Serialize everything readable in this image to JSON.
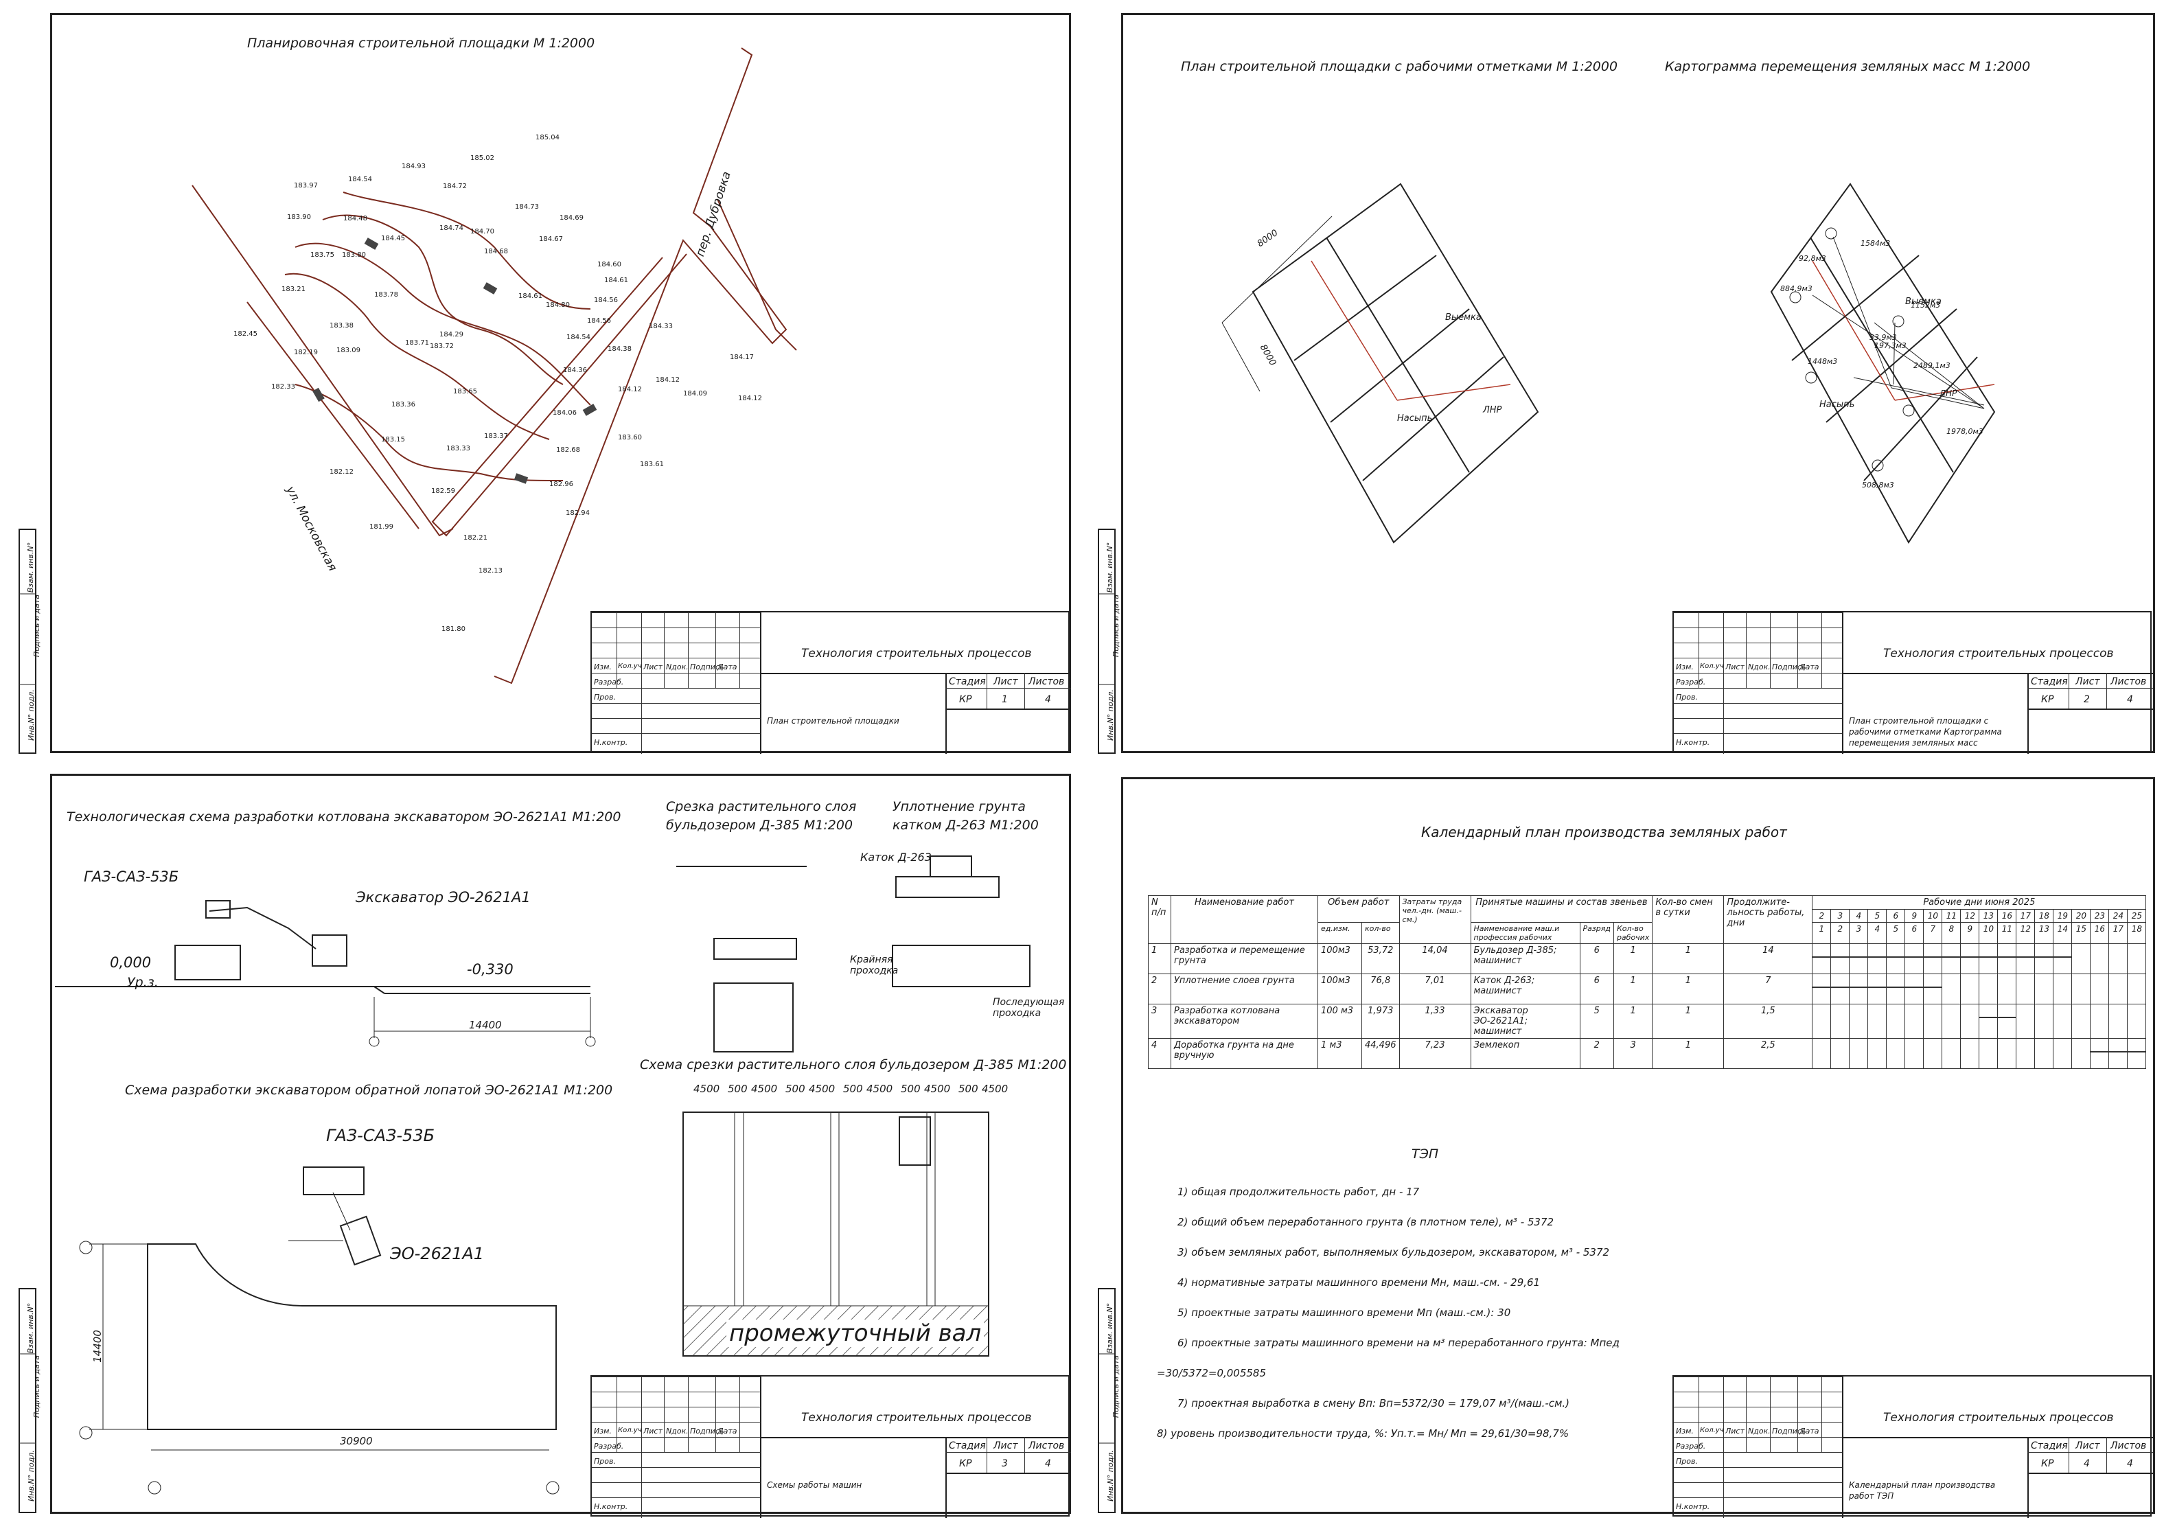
{
  "sheet1": {
    "title": "Планировочная строительной площадки     М 1:2000",
    "street1": "ул. Московская",
    "street2": "пер. Дубровка",
    "elevations": [
      "185.04",
      "185.02",
      "184.93",
      "184.72",
      "184.54",
      "183.97",
      "184.48",
      "184.45",
      "184.74",
      "184.70",
      "184.73",
      "184.69",
      "184.67",
      "184.68",
      "183.90",
      "183.75",
      "183.80",
      "184.60",
      "183.21",
      "183.78",
      "184.61",
      "184.80",
      "184.56",
      "184.56",
      "184.61",
      "184.33",
      "183.38",
      "183.71",
      "183.72",
      "184.29",
      "184.54",
      "184.38",
      "182.45",
      "182.19",
      "183.09",
      "184.36",
      "184.12",
      "184.17",
      "182.33",
      "183.36",
      "183.65",
      "184.06",
      "184.12",
      "184.09",
      "184.12",
      "183.15",
      "183.37",
      "183.60",
      "182.12",
      "183.33",
      "182.68",
      "182.96",
      "183.61",
      "182.59",
      "181.99",
      "182.21",
      "182.94",
      "182.13",
      "181.80"
    ],
    "stamp_title": "Технология строительных процессов",
    "stamp_sheet_name": "План строительной площадки",
    "stamp_stage": "КР",
    "stamp_sheet": "1",
    "stamp_sheets": "4"
  },
  "sheet2": {
    "title1": "План строительной площадки с рабочими отметками      М 1:2000",
    "title2": "Картограмма перемещения земляных масс      М 1:2000",
    "dims": [
      "8000",
      "8000"
    ],
    "zone_cut": "Выемка",
    "zone_fill": "Насыпь",
    "zero_line": "ЛНР",
    "volumes": [
      "1584м3",
      "92,8м3",
      "884,9м3",
      "1152м3",
      "33,9м3",
      "197,3м3",
      "1448м3",
      "2489,1м3",
      "1978,0м3",
      "508,8м3"
    ],
    "stamp_title": "Технология строительных процессов",
    "stamp_sheet_name": "План строительной площадки с рабочими отметками Картограмма перемещения земляных масс",
    "stamp_stage": "КР",
    "stamp_sheet": "2",
    "stamp_sheets": "4"
  },
  "sheet3": {
    "title1": "Технологическая схема разработки котлована экскаватором ЭО-2621А1 М1:200",
    "title2": "Срезка растительного слоя бульдозером Д-385 М1:200",
    "title3": "Уплотнение грунта катком Д-263 М1:200",
    "title4": "Схема разработки экскаватором обратной лопатой ЭО-2621А1 М1:200",
    "title5": "Схема срезки растительного слоя бульдозером Д-385 М1:200",
    "truck": "ГАЗ-САЗ-53Б",
    "excavator": "Экскаватор ЭО-2621А1",
    "excavator_short": "ЭО-2621А1",
    "roller": "Каток Д-263",
    "level0": "0,000",
    "ground": "Ур.з.",
    "level1": "-0,330",
    "dim_14400": "14400",
    "dim_30900": "30900",
    "bank": "промежуточный вал",
    "edge_pass": "Крайняя проходка",
    "last_pass": "Последующая проходка",
    "dim_row": [
      "4500",
      "500",
      "4500",
      "500",
      "4500",
      "500",
      "4500",
      "500",
      "4500",
      "500",
      "4500"
    ],
    "stamp_title": "Технология строительных процессов",
    "stamp_sheet_name": "Схемы работы машин",
    "stamp_stage": "КР",
    "stamp_sheet": "3",
    "stamp_sheets": "4"
  },
  "sheet4": {
    "title": "Календарный план производства земляных работ",
    "headers": [
      "N п/п",
      "Наименование работ",
      "Объем работ",
      "Затраты труда чел.-дн. (маш.-см.)",
      "Принятые машины и состав звеньев",
      "Кол-во смен в сутки",
      "Продолжите-льность работы, дни",
      "Рабочие дни июня 2025"
    ],
    "sub_headers": [
      "ед.изм.",
      "кол-во",
      "Наименование маш.и профессия рабочих",
      "Разряд",
      "Кол-во рабочих"
    ],
    "days_top": [
      "2",
      "3",
      "4",
      "5",
      "6",
      "9",
      "10",
      "11",
      "12",
      "13",
      "16",
      "17",
      "18",
      "19",
      "20",
      "23",
      "24",
      "25"
    ],
    "days_bottom": [
      "1",
      "2",
      "3",
      "4",
      "5",
      "6",
      "7",
      "8",
      "9",
      "10",
      "11",
      "12",
      "13",
      "14",
      "15",
      "16",
      "17",
      "18"
    ],
    "rows": [
      {
        "n": "1",
        "name": "Разработка и перемещение грунта",
        "unit": "100м3",
        "qty": "53,72",
        "labor": "14,04",
        "machine": "Бульдозер Д-385; машинист",
        "grade": "6",
        "workers": "1",
        "shifts": "1",
        "days": "14"
      },
      {
        "n": "2",
        "name": "Уплотнение слоев грунта",
        "unit": "100м3",
        "qty": "76,8",
        "labor": "7,01",
        "machine": "Каток Д-263; машинист",
        "grade": "6",
        "workers": "1",
        "shifts": "1",
        "days": "7"
      },
      {
        "n": "3",
        "name": "Разработка котлована экскаватором",
        "unit": "100 м3",
        "qty": "1,973",
        "labor": "1,33",
        "machine": "Экскаватор ЭО-2621А1; машинист",
        "grade": "5",
        "workers": "1",
        "shifts": "1",
        "days": "1,5"
      },
      {
        "n": "4",
        "name": "Доработка грунта на дне вручную",
        "unit": "1 м3",
        "qty": "44,496",
        "labor": "7,23",
        "machine": "Землекоп",
        "grade": "2",
        "workers": "3",
        "shifts": "1",
        "days": "2,5"
      }
    ],
    "tep_title": "ТЭП",
    "tep": [
      "1)  общая продолжительность работ, дн - 17",
      "2)  общий объем переработанного грунта (в плотном теле),  м³ - 5372",
      "3)  объем земляных работ, выполняемых бульдозером, экскаватором, м³ - 5372",
      "4)  нормативные затраты машинного времени Mн, маш.-см. - 29,61",
      "5)  проектные затраты машинного времени Mп (маш.-см.): 30",
      "6)  проектные затраты машинного времени на м³ переработанного грунта: Mпед",
      "=30/5372=0,005585",
      "7)  проектная выработка в смену Bп: Bп=5372/30 = 179,07 м³/(маш.-см.)",
      "8) уровень производительности труда, %: Уп.т.= Mн/ Mп = 29,61/30=98,7%"
    ],
    "stamp_title": "Технология строительных процессов",
    "stamp_sheet_name": "Календарный план производства работ ТЭП",
    "stamp_stage": "КР",
    "stamp_sheet": "4",
    "stamp_sheets": "4"
  },
  "stamp_labels": {
    "izm": "Изм.",
    "kol": "Кол.уч",
    "list": "Лист",
    "ndok": "Nдок.",
    "podp": "Подпись",
    "data": "Дата",
    "razrab": "Разраб.",
    "prov": "Пров.",
    "nkontr": "Н.контр.",
    "stadia": "Стадия",
    "list2": "Лист",
    "listov": "Листов"
  },
  "side_labels": [
    "Взам. инв.N°",
    "Подпись и дата",
    "Инв.N° подл."
  ]
}
